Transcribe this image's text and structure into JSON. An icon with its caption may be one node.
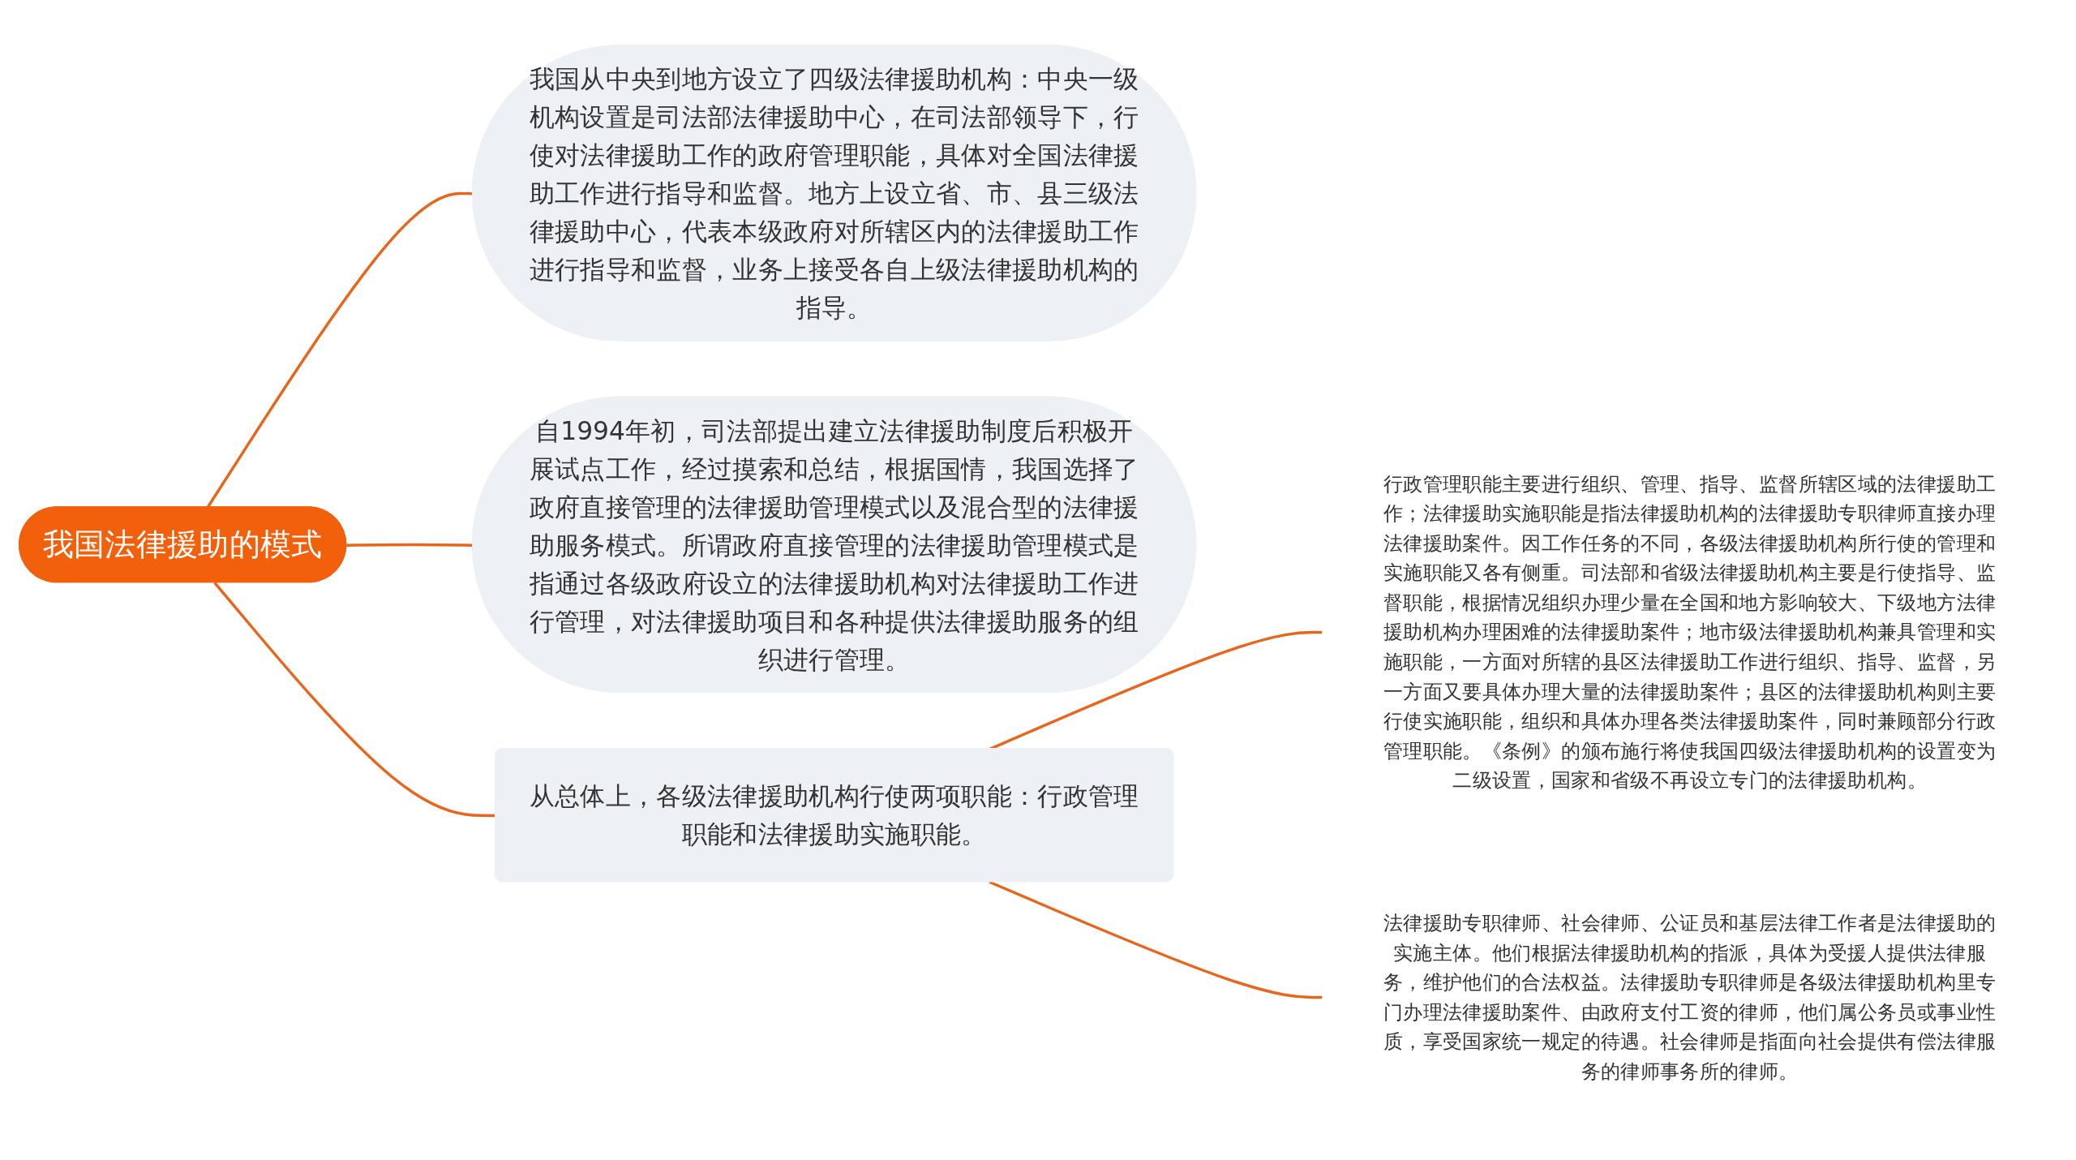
{
  "diagram": {
    "nodes": [
      {
        "text": [
          "我国法律援助的模式"
        ]
      },
      {
        "text": [
          "我国从中央到地方设立了四级法律援助机构：中央一级机构设置是司法部法律援助中心，在司法部领导下，行使对法律援助工作的政府管理职能，具体对全国法律援助工作进行指导和监督。地方上设立省、市、县三级法律援助中心，代表本级政府对所辖区内的法律援助工作进行指导和监督，业务上接受各自上级法律援助机构的指导。"
        ]
      },
      {
        "text": [
          "自1994年初，司法部提出建立法律援助制度后积极开展试点工作，经过摸索和总结，根据国情，我国选择了政府直接管理的法律援助管理模式以及混合型的法律援助服务模式。所谓政府直接管理的法律援助管理模式是指通过各级政府设立的法律援助机构对法律援助工作进行管理，对法律援助项目和各种提供法律援助服务的组织进行管理。"
        ]
      },
      {
        "text": [
          "从总体上，各级法律援助机构行使两项职能：行政管理职能和法律援助实施职能。"
        ]
      },
      {
        "text": [
          "行政管理职能主要进行组织、管理、指导、监督所辖区域的法律援助工作；法律援助实施职能是指法律援助机构的法律援助专职律师直接办理法律援助案件。因工作任务的不同，各级法律援助机构所行使的管理和实施职能又各有侧重。司法部和省级法律援助机构主要是行使指导、监督职能，根据情况组织办理少量在全国和地方影响较大、下级地方法律援助机构办理困难的法律援助案件；地市级法律援助机构兼具管理和实施职能，一方面对所辖的县区法律援助工作进行组织、指导、监督，另一方面又要具体办理大量的法律援助案件；县区的法律援助机构则主要行使实施职能，组织和具体办理各类法律援助案件，同时兼顾部分行政管理职能。《条例》的颁布施行将使我国四级法律援助机构的设置变为二级设置，国家和省级不再设立专门的法律援助机构。"
        ]
      },
      {
        "text": [
          "法律援助专职律师、社会律师、公证员和基层法律工作者是法律援助的实施主体。他们根据法律援助机构的指派，具体为受援人提供法律服务，维护他们的合法权益。法律援助专职律师是各级法律援助机构里专门办理法律援助案件、由政府支付工资的律师，他们属公务员或事业性质，享受国家统一规定的待遇。社会律师是指面向社会提供有偿法律服务的律师事务所的律师。"
        ]
      }
    ],
    "edges": [
      {
        "from": 0,
        "to": 1,
        "arrow": "none"
      },
      {
        "from": 0,
        "to": 2,
        "arrow": "none"
      },
      {
        "from": 0,
        "to": 3,
        "arrow": "none"
      },
      {
        "from": 3,
        "to": 4,
        "arrow": "none"
      },
      {
        "from": 3,
        "to": 5,
        "arrow": "none"
      }
    ]
  }
}
